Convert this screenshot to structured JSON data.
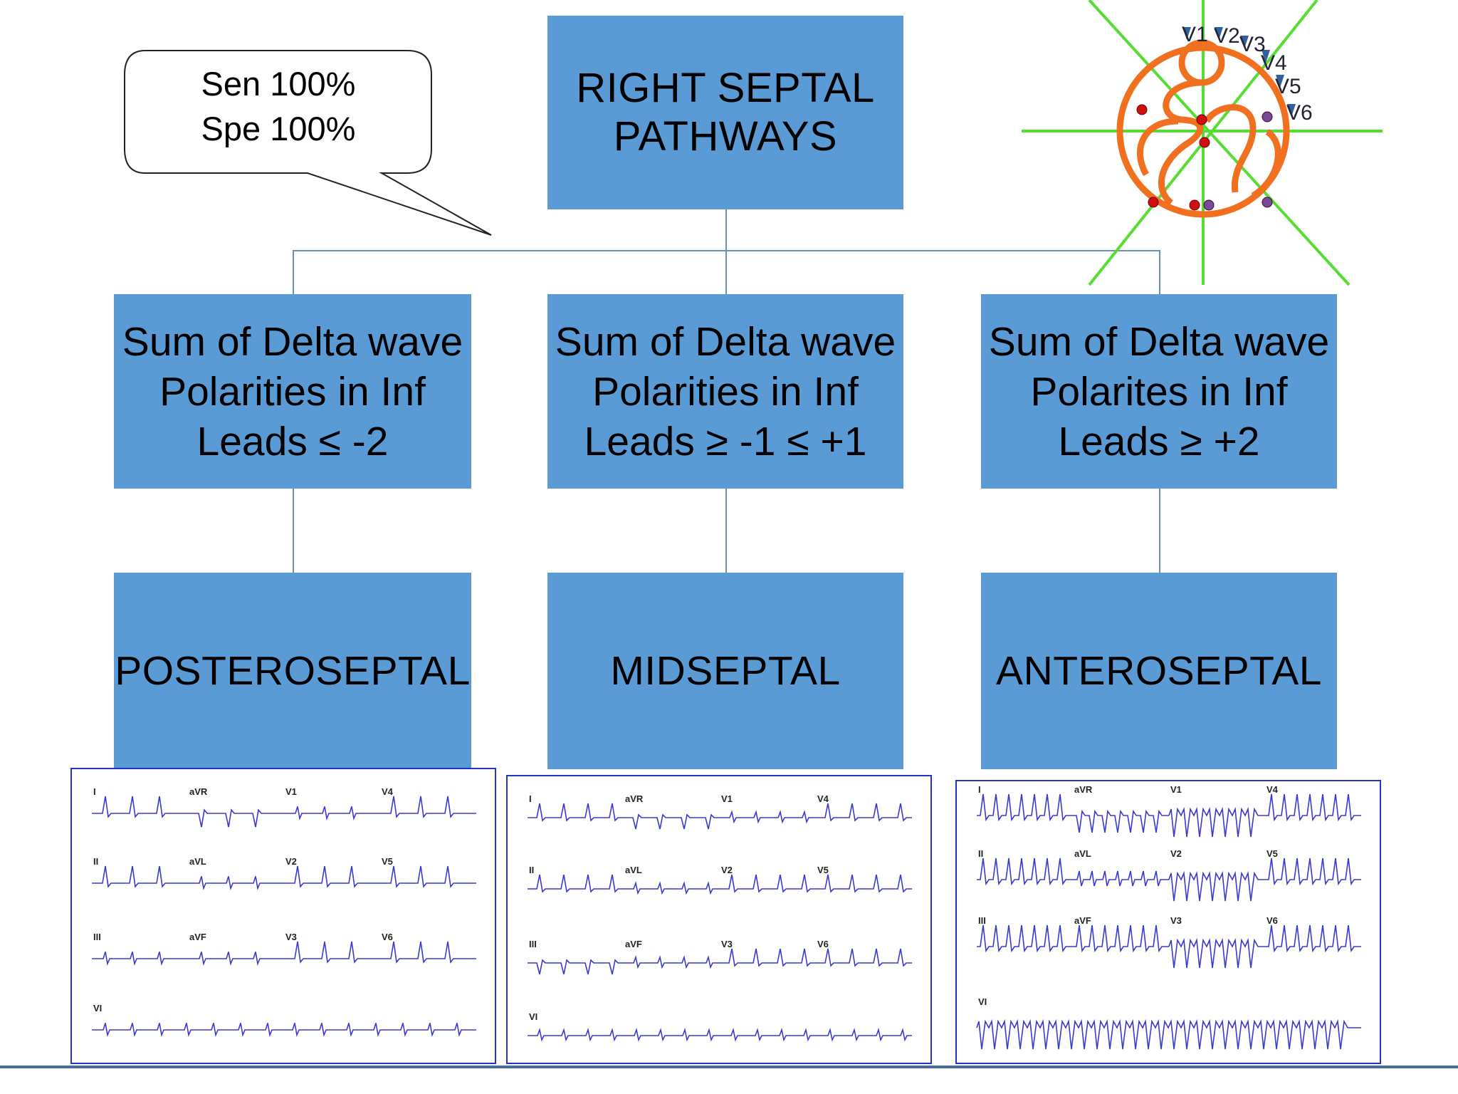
{
  "root": {
    "lines": [
      "RIGHT SEPTAL",
      "PATHWAYS"
    ]
  },
  "callout": {
    "lines": [
      "Sen 100%",
      "Spe 100%"
    ]
  },
  "criteria": [
    {
      "lines": [
        "Sum of Delta wave",
        "Polarities in Inf",
        "Leads ≤ -2"
      ]
    },
    {
      "lines": [
        "Sum of Delta wave",
        "Polarities in Inf",
        "Leads ≥ -1 ≤ +1"
      ]
    },
    {
      "lines": [
        "Sum of Delta wave",
        "Polarites in Inf",
        "Leads ≥ +2"
      ]
    }
  ],
  "locations": [
    "POSTEROSEPTAL",
    "MIDSEPTAL",
    "ANTEROSEPTAL"
  ],
  "heart_diagram": {
    "leads": [
      "V1",
      "V2",
      "V3",
      "V4",
      "V5",
      "V6"
    ]
  },
  "ecg_leads": {
    "rows": [
      [
        "I",
        "aVR",
        "V1",
        "V4"
      ],
      [
        "II",
        "aVL",
        "V2",
        "V5"
      ],
      [
        "III",
        "aVF",
        "V3",
        "V6"
      ],
      [
        "VI"
      ]
    ]
  },
  "colors": {
    "box": "#5b9bd5",
    "ecg_trace": "#3a3ad0",
    "heart": "#f07020",
    "axis_lines": "#55dd33"
  }
}
